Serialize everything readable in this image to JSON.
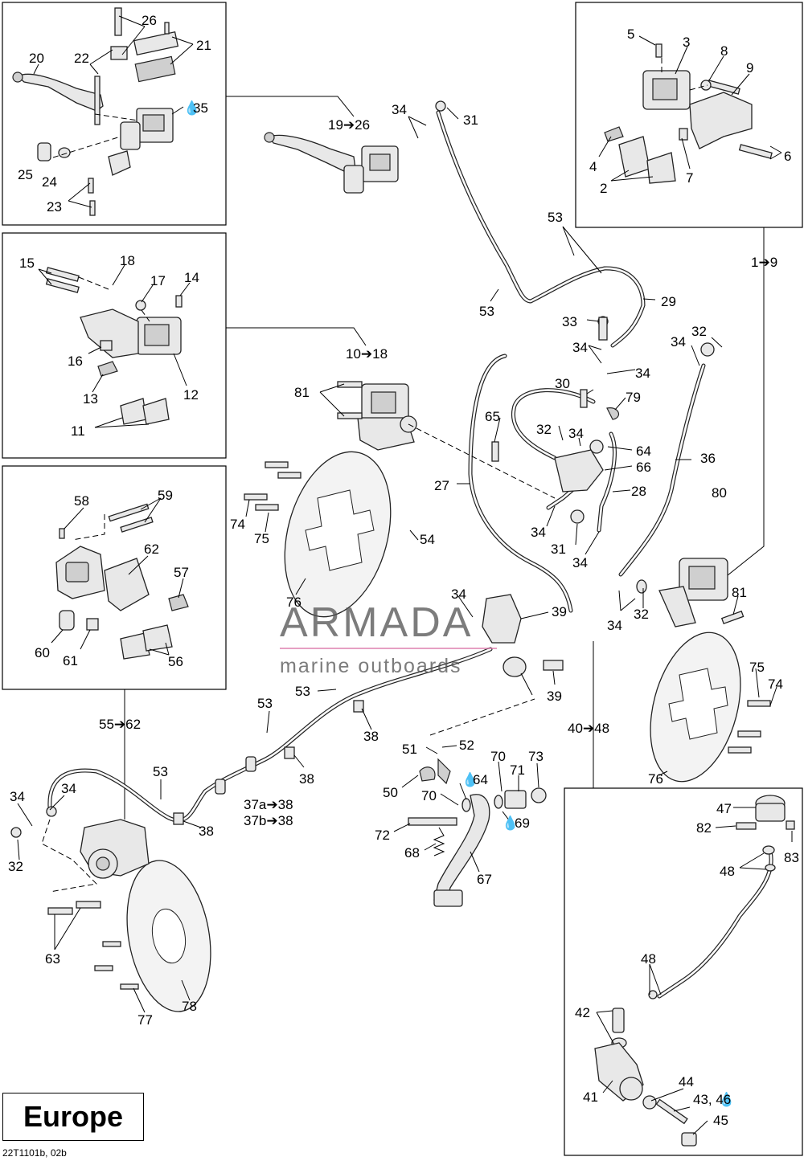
{
  "diagram": {
    "region_label": "Europe",
    "reference_code": "22T1101b, 02b",
    "watermark": {
      "brand": "ARMADA",
      "tagline": "marine outboards"
    },
    "callouts": {
      "frame_top_left": [
        "20",
        "22",
        "26",
        "21",
        "35",
        "25",
        "24",
        "23"
      ],
      "frame_top_right": [
        "5",
        "3",
        "8",
        "9",
        "4",
        "2",
        "7",
        "6"
      ],
      "frame_mid_left": [
        "15",
        "18",
        "17",
        "14",
        "16",
        "13",
        "12",
        "11"
      ],
      "frame_caliper_left": [
        "58",
        "59",
        "62",
        "57",
        "60",
        "61",
        "56"
      ],
      "frame_bottom_right": [
        "47",
        "82",
        "83",
        "48",
        "48",
        "42",
        "44",
        "41",
        "43, 46",
        "45"
      ]
    },
    "range_labels": [
      "19➔26",
      "1➔9",
      "10➔18",
      "55➔62",
      "40➔48",
      "37a➔38",
      "37b➔38"
    ],
    "oil_symbol_labels": [
      "35",
      "64",
      "69",
      "46"
    ]
  }
}
